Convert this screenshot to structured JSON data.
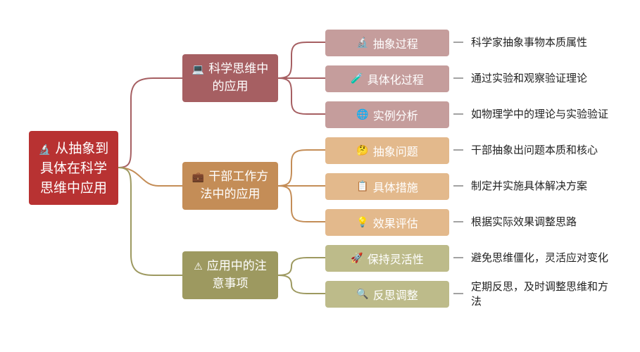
{
  "root": {
    "icon": "🔬",
    "label": "从抽象到具体在科学思维中应用"
  },
  "branches": [
    {
      "icon": "💻",
      "label": "科学思维中的应用",
      "color": "#a65f62",
      "children": [
        {
          "icon": "🔬",
          "label": "抽象过程",
          "desc": "科学家抽象事物本质属性"
        },
        {
          "icon": "🧪",
          "label": "具体化过程",
          "desc": "通过实验和观察验证理论"
        },
        {
          "icon": "🌐",
          "label": "实例分析",
          "desc": "如物理学中的理论与实验验证"
        }
      ]
    },
    {
      "icon": "💼",
      "label": "干部工作方法中的应用",
      "color": "#c48d57",
      "children": [
        {
          "icon": "🤔",
          "label": "抽象问题",
          "desc": "干部抽象出问题本质和核心"
        },
        {
          "icon": "📋",
          "label": "具体措施",
          "desc": "制定并实施具体解决方案"
        },
        {
          "icon": "💡",
          "label": "效果评估",
          "desc": "根据实际效果调整思路"
        }
      ]
    },
    {
      "icon": "⚠",
      "label": "应用中的注意事项",
      "color": "#9d9960",
      "children": [
        {
          "icon": "🚀",
          "label": "保持灵活性",
          "desc": "避免思维僵化，灵活应对变化"
        },
        {
          "icon": "🔍",
          "label": "反思调整",
          "desc": "定期反思，及时调整思维和方法"
        }
      ]
    }
  ]
}
